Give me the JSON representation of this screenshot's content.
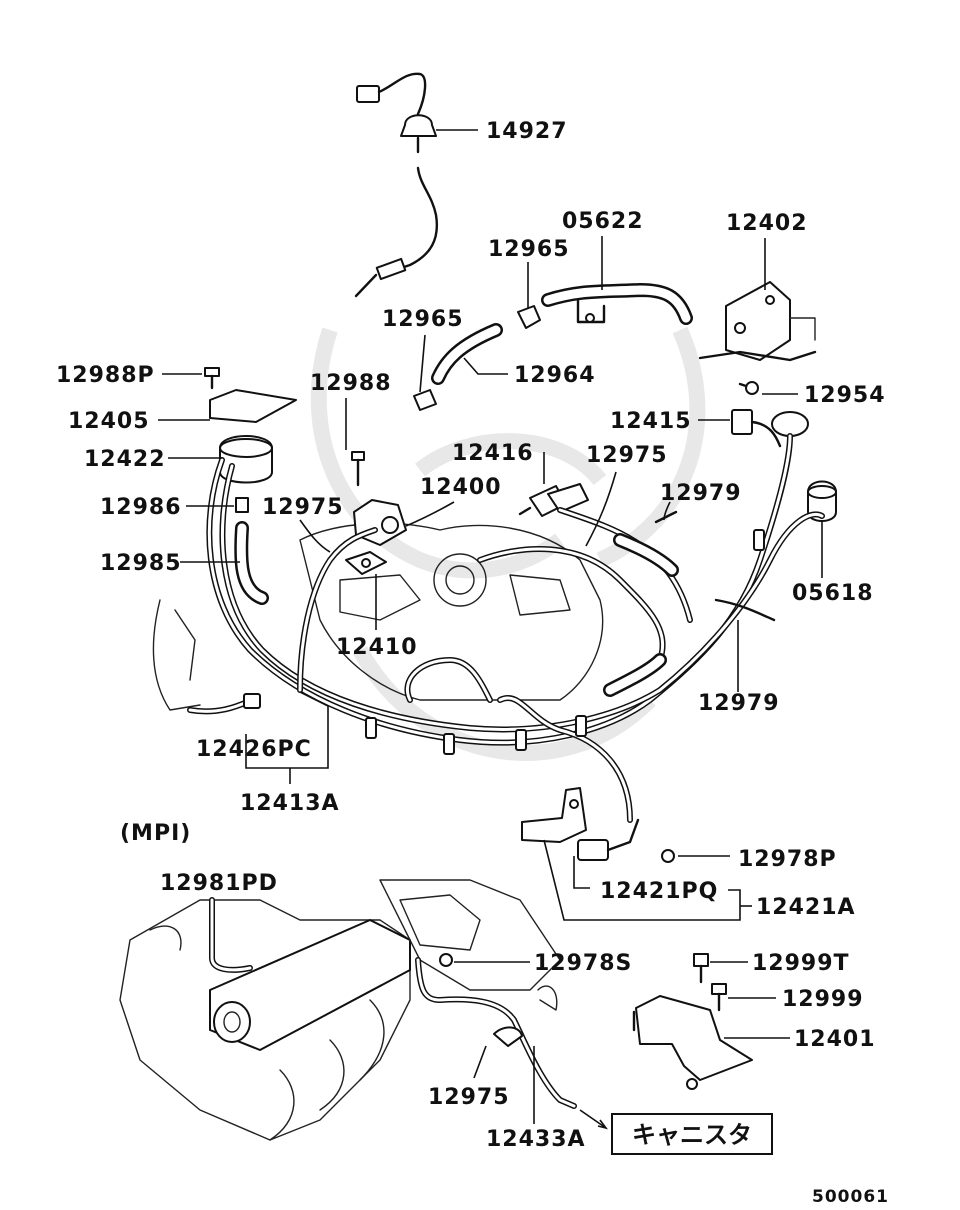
{
  "labels": {
    "p14927": "14927",
    "p05622": "05622",
    "p12402": "12402",
    "p12965a": "12965",
    "p12965b": "12965",
    "p12964": "12964",
    "p12954": "12954",
    "p12988P": "12988P",
    "p12405": "12405",
    "p12422": "12422",
    "p12988": "12988",
    "p12415": "12415",
    "p12416": "12416",
    "p12975a": "12975",
    "p12400": "12400",
    "p12986": "12986",
    "p12975b": "12975",
    "p12979a": "12979",
    "p12985": "12985",
    "p05618": "05618",
    "p12410": "12410",
    "p12979b": "12979",
    "p12426PC": "12426PC",
    "p12413A": "12413A",
    "mpi": "(MPI)",
    "p12978P": "12978P",
    "p12981PD": "12981PD",
    "p12421PQ": "12421PQ",
    "p12421A": "12421A",
    "p12978S": "12978S",
    "p12999T": "12999T",
    "p12999": "12999",
    "p12401": "12401",
    "p12975c": "12975",
    "p12433A": "12433A",
    "canister": "キャニスタ",
    "diagram_no": "500061"
  }
}
